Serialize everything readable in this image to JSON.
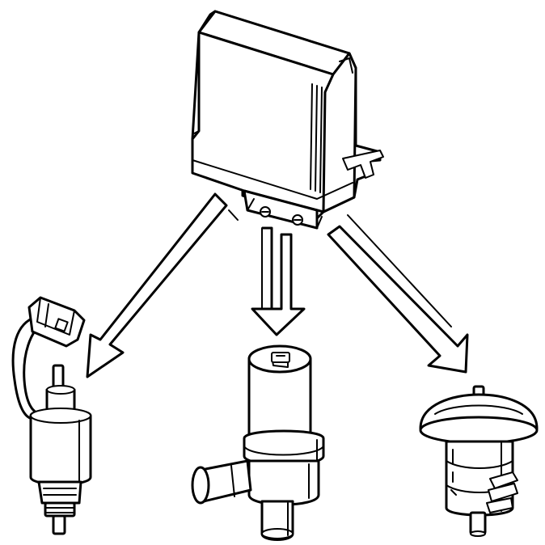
{
  "diagram": {
    "components": [
      {
        "id": "control-module",
        "icon": "control-module-box-icon"
      },
      {
        "id": "left-component",
        "icon": "valve-with-connector-icon"
      },
      {
        "id": "center-component",
        "icon": "pump-icon"
      },
      {
        "id": "right-component",
        "icon": "dome-actuator-icon"
      }
    ],
    "arrows": [
      {
        "from": "control-module",
        "to": "left-component"
      },
      {
        "from": "control-module",
        "to": "center-component"
      },
      {
        "from": "control-module",
        "to": "right-component"
      }
    ],
    "colors": {
      "line": "#000000",
      "fill": "#ffffff"
    }
  }
}
